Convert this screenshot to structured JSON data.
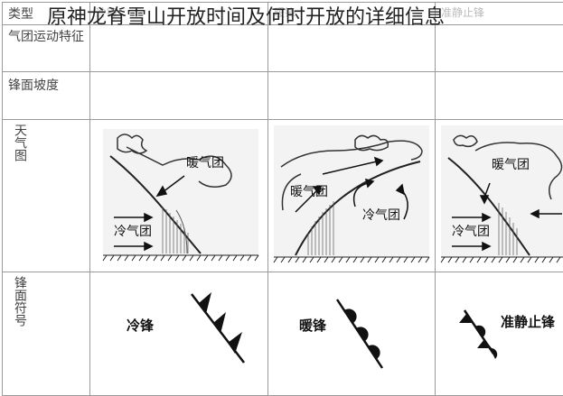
{
  "title": "原神龙脊雪山开放时间及何时开放的详细信息",
  "row_headers": {
    "type": "类型",
    "motion": "气团运动特征",
    "slope": "锋面坡度",
    "weather": "天气图",
    "symbol": "锋面符号"
  },
  "col_headers": [
    "冷锋",
    "暖锋",
    "准静止锋"
  ],
  "diagrams": {
    "cold": {
      "warm_label": "暖气团",
      "cold_label": "冷气团"
    },
    "warm": {
      "warm_label": "暖气团",
      "cold_label": "冷气团"
    },
    "stationary": {
      "warm_label": "暖气团",
      "cold_label": "冷气团"
    }
  },
  "symbols": {
    "cold": "冷锋",
    "warm": "暖锋",
    "stationary": "准静止锋"
  }
}
